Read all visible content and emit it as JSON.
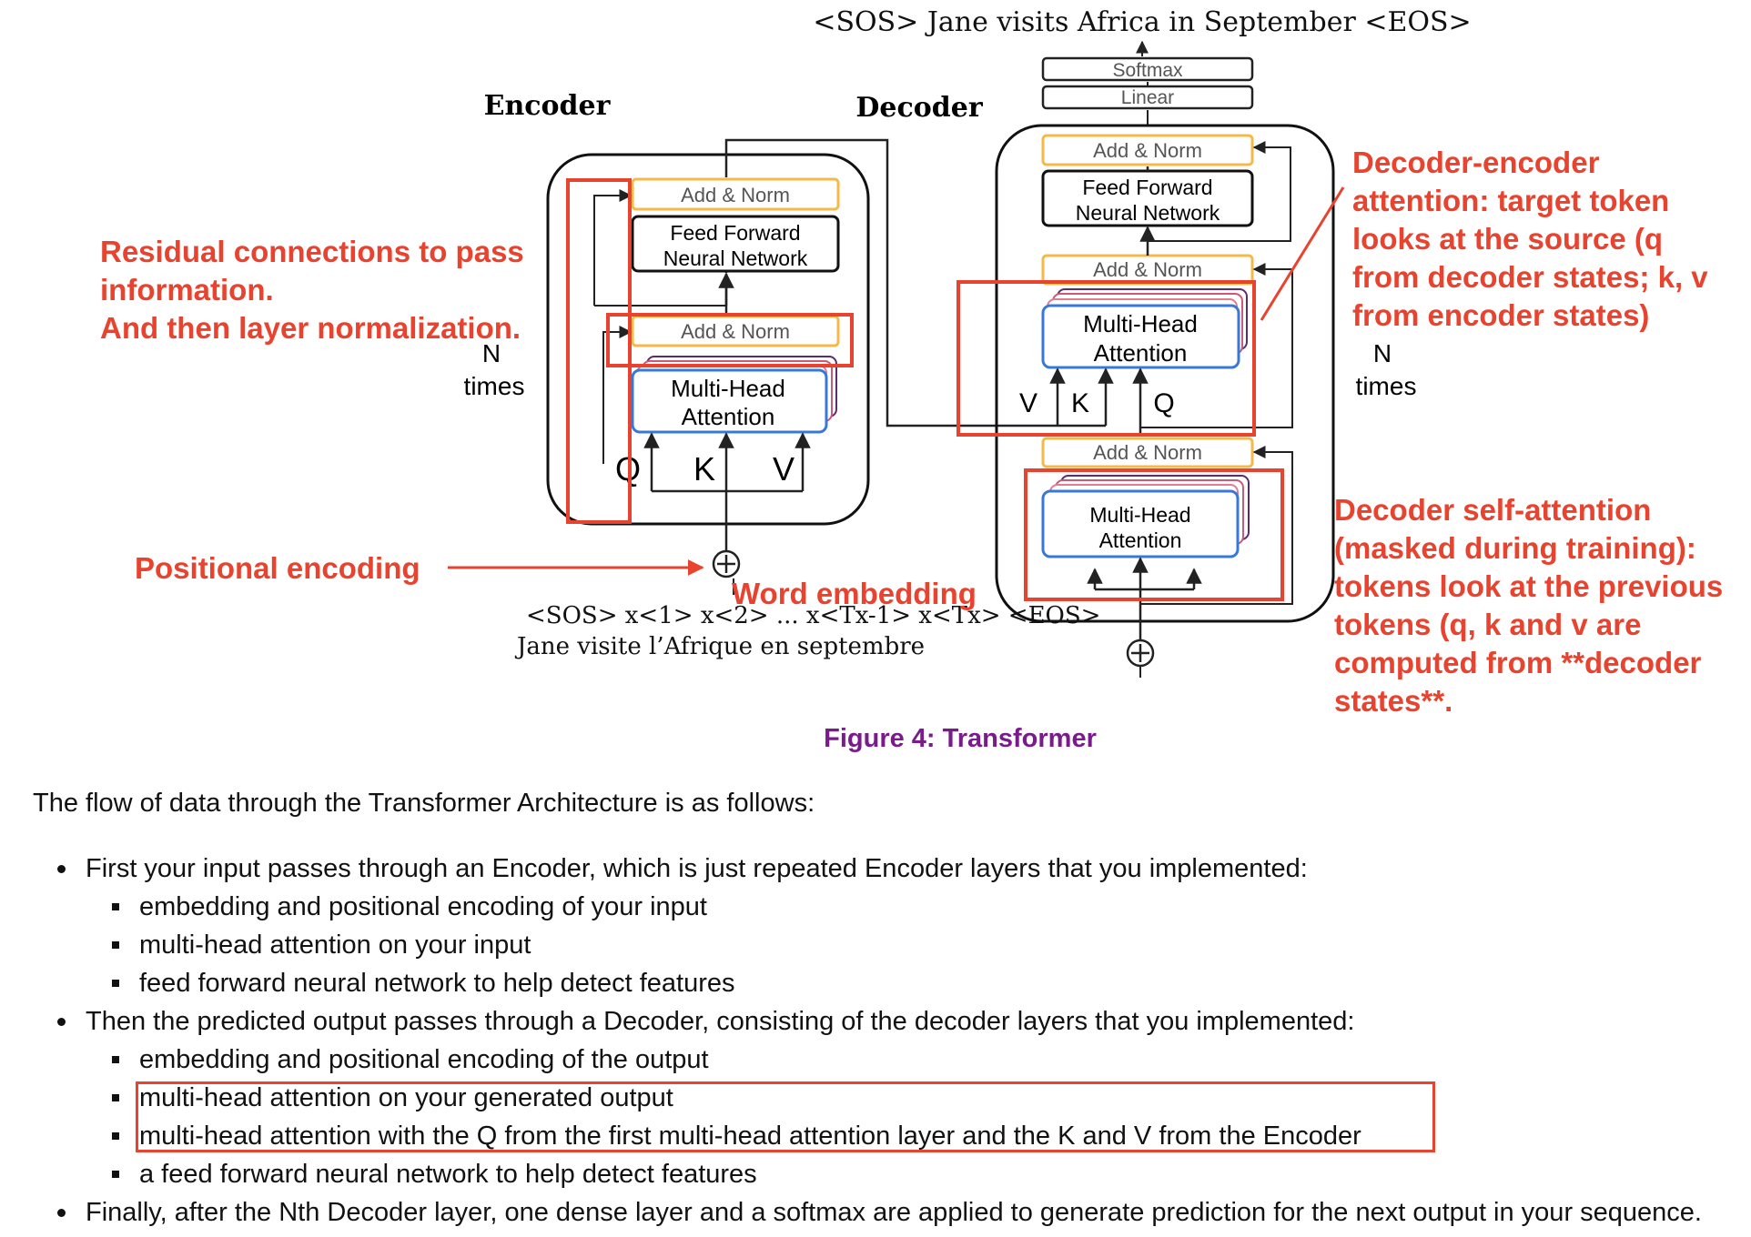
{
  "diagram": {
    "output_sentence": "<SOS> Jane visits Africa in September <EOS>",
    "encoder_label": "Encoder",
    "decoder_label": "Decoder",
    "softmax": "Softmax",
    "linear": "Linear",
    "add_norm": "Add & Norm",
    "feed_forward_line1": "Feed Forward",
    "feed_forward_line2": "Neural Network",
    "mha_line1": "Multi-Head",
    "mha_line2": "Attention",
    "q": "Q",
    "k": "K",
    "v": "V",
    "n": "N",
    "times": "times",
    "input_tokens": "<SOS> x<1> x<2> ... x<Tx-1> x<Tx> <EOS>",
    "input_sentence": "Jane visite l’Afrique en septembre"
  },
  "annotations": {
    "residual_line1": "Residual connections to pass",
    "residual_line2": "information.",
    "residual_line3": "And then layer normalization.",
    "positional": "Positional encoding",
    "word_embedding": "Word embedding",
    "dec_enc_line1": "Decoder-encoder",
    "dec_enc_line2": "attention: target token",
    "dec_enc_line3": "looks at the source (q",
    "dec_enc_line4": "from decoder states; k, v",
    "dec_enc_line5": "from encoder states)",
    "dec_self_line1": "Decoder self-attention",
    "dec_self_line2": "(masked during training):",
    "dec_self_line3": "tokens look at the previous",
    "dec_self_line4": "tokens (q, k and v are",
    "dec_self_line5": "computed from **decoder",
    "dec_self_line6": "states**."
  },
  "caption": "Figure 4: Transformer",
  "text": {
    "intro": "The flow of data through the Transformer Architecture is as follows:",
    "b1": "First your input passes through an Encoder, which is just repeated Encoder layers that you implemented:",
    "b1_s1": "embedding and positional encoding of your input",
    "b1_s2": "multi-head attention on your input",
    "b1_s3": "feed forward neural network to help detect features",
    "b2": "Then the predicted output passes through a Decoder, consisting of the decoder layers that you implemented:",
    "b2_s1": "embedding and positional encoding of the output",
    "b2_s2": "multi-head attention on your generated output",
    "b2_s3": "multi-head attention with the Q from the first multi-head attention layer and the K and V from the Encoder",
    "b2_s4": "a feed forward neural network to help detect features",
    "b3": "Finally, after the Nth Decoder layer, one dense layer and a softmax are applied to generate prediction for the next output in your sequence."
  },
  "colors": {
    "annotation": "#e8432f",
    "add_norm_border": "#f5b94a",
    "attention_border": "#3a78d8",
    "caption": "#7a1b8c"
  }
}
